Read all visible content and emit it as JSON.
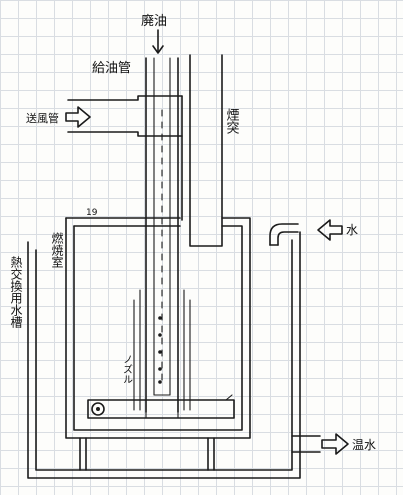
{
  "labels": {
    "waste_oil": "廃油",
    "feed_pipe": "給油管",
    "blower_pipe": "送風管",
    "chimney": "煙突",
    "water_in": "水",
    "combustion_chamber": "燃焼室",
    "heat_exchange_tank": "熱交換用水槽",
    "nozzle": "ノズル",
    "hot_water_out": "温水",
    "small_mark": "19"
  }
}
